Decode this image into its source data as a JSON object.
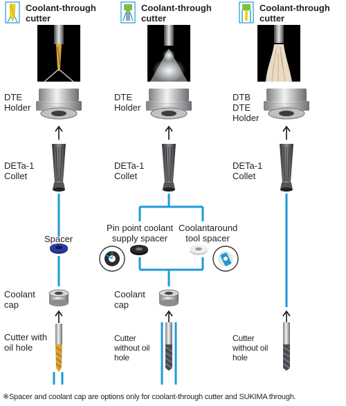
{
  "columns": [
    {
      "title": "Coolant-through cutter",
      "holder": "DTE Holder",
      "collet": "DETa-1 Collet",
      "spacer": "Spacer",
      "cap": "Coolant cap",
      "cutter": "Cutter with oil hole"
    },
    {
      "title": "Coolant-through cutter",
      "holder": "DTE Holder",
      "collet": "DETa-1 Collet",
      "spacer_left": "Pin point coolant supply spacer",
      "spacer_right": "Coolantaround tool spacer",
      "cap": "Coolant cap",
      "cutter": "Cutter without oil hole"
    },
    {
      "title": "Coolant-through cutter",
      "holder": "DTB DTE Holder",
      "collet": "DETa-1 Collet",
      "cutter": "Cutter without oil hole"
    }
  ],
  "footnote": "※Spacer and coolant cap are options only for coolant-through cutter and SUKIMA through.",
  "colors": {
    "line": "#1b9ad6",
    "icon_yellow": "#f4d31b",
    "icon_green": "#7ac143",
    "spacer_blue": "#2b3c9a"
  }
}
